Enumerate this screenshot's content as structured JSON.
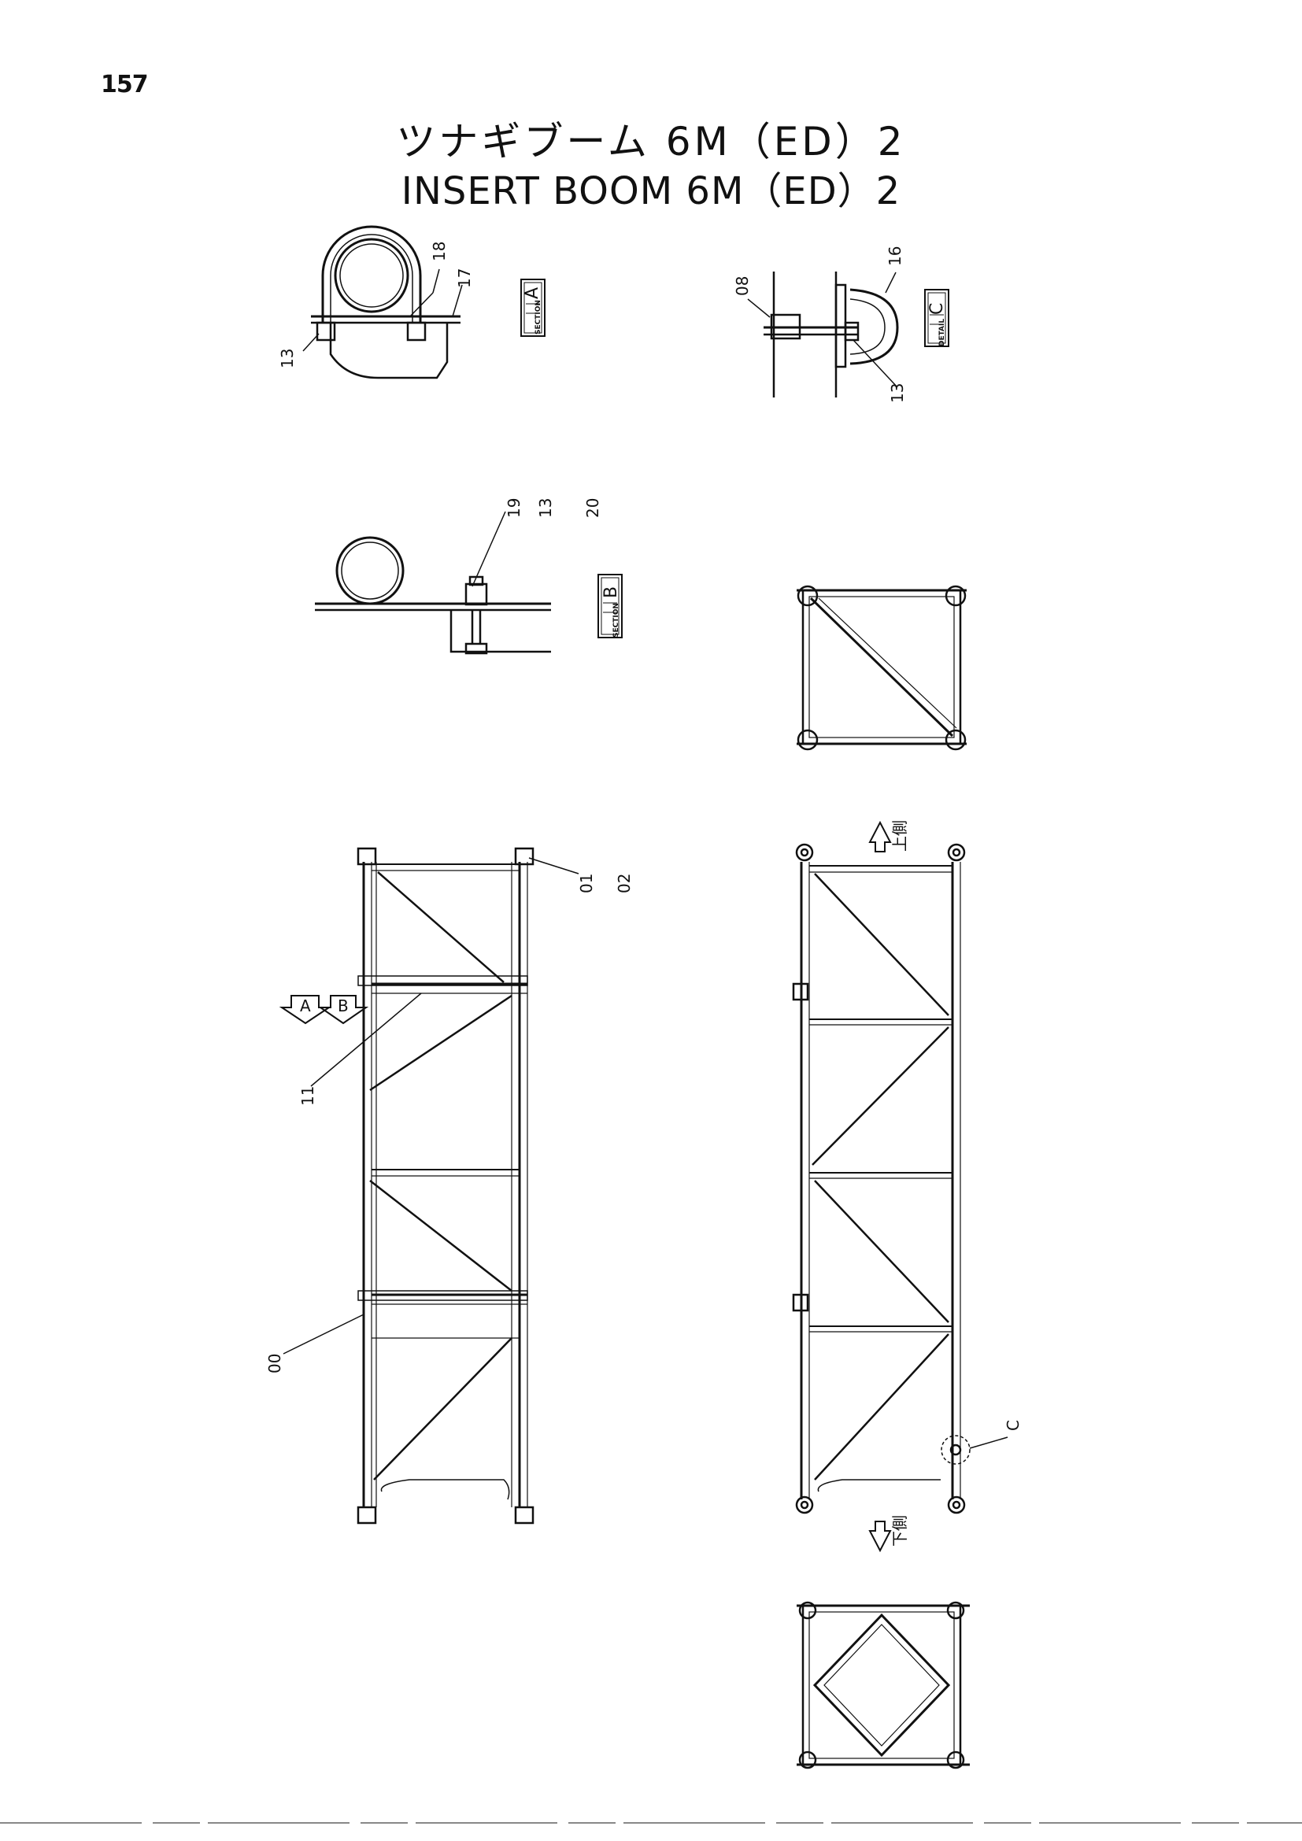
{
  "page": {
    "number": "157"
  },
  "title": {
    "japanese": "ツナギブーム 6M（ED）2",
    "english": "INSERT BOOM 6M（ED）2"
  },
  "views": {
    "section_a": {
      "letter": "A",
      "tag": "SECTION",
      "labels": [
        "13",
        "17",
        "18"
      ]
    },
    "detail_c": {
      "letter": "C",
      "tag": "DETAIL",
      "labels": [
        "08",
        "16",
        "13"
      ]
    },
    "section_b": {
      "letter": "B",
      "tag": "SECTION",
      "labels": [
        "19",
        "13",
        "20"
      ]
    },
    "side_view": {
      "labels": [
        "01",
        "02",
        "11",
        "00"
      ],
      "arrow_a": "A",
      "arrow_b": "B"
    },
    "front_view": {
      "callout": "C",
      "top_mark": "上側",
      "bottom_mark": "下側"
    }
  }
}
